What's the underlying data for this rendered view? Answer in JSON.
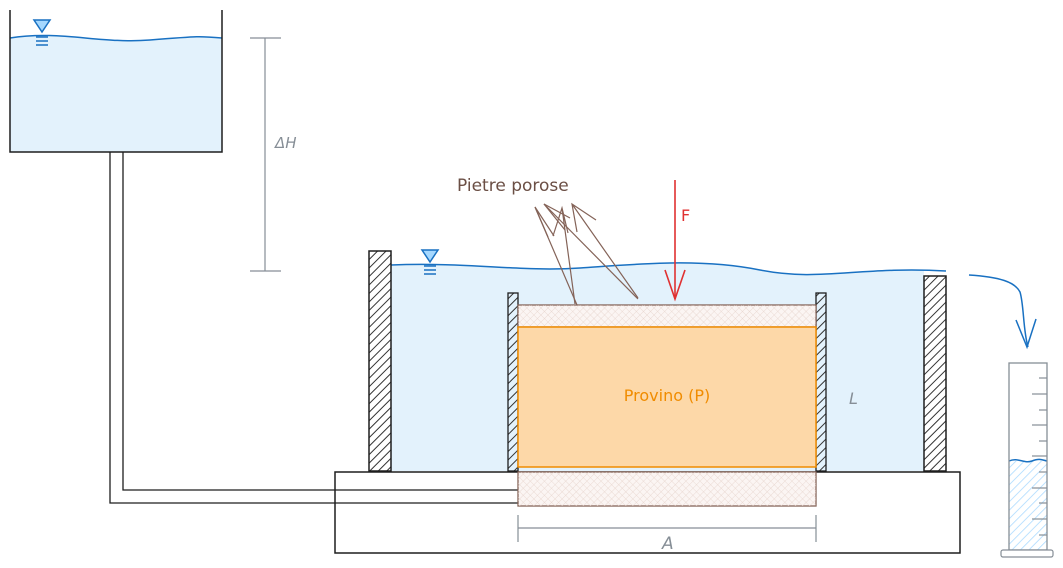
{
  "labels": {
    "porous_stones": "Pietre porose",
    "force": "F",
    "specimen": "Provino (P)",
    "length": "L",
    "area": "A",
    "head_difference": "ΔH"
  },
  "icons": {
    "water_level_upper": "water-level-icon",
    "water_level_cell": "water-level-icon"
  },
  "colors": {
    "water": "#e3f2fc",
    "water_line": "#1971c2",
    "specimen_fill": "#fdd8a8",
    "specimen_stroke": "#f08c00",
    "specimen_text": "#f08c00",
    "force": "#e03131",
    "stone_stroke": "#846358",
    "dimension": "#868e96"
  }
}
